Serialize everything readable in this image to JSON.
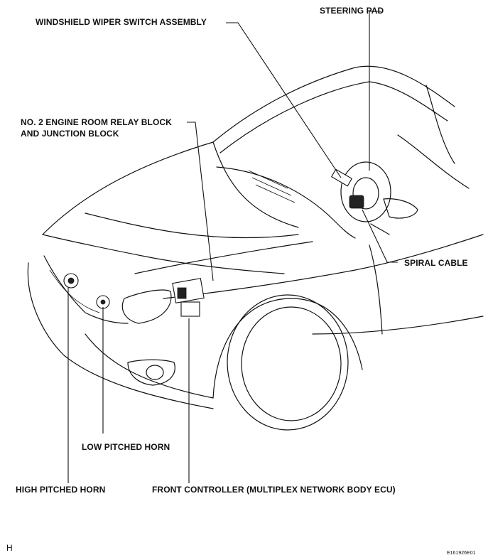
{
  "labels": {
    "steering_pad": "STEERING PAD",
    "wiper_switch": "WINDSHIELD WIPER SWITCH ASSEMBLY",
    "relay_block_line1": "NO. 2 ENGINE ROOM RELAY BLOCK",
    "relay_block_line2": "AND JUNCTION BLOCK",
    "spiral_cable": "SPIRAL CABLE",
    "low_horn": "LOW PITCHED HORN",
    "high_horn": "HIGH PITCHED HORN",
    "front_controller": "FRONT CONTROLLER (MULTIPLEX NETWORK BODY ECU)"
  },
  "footer": {
    "corner_letter": "H",
    "figure_code": "E161926E01"
  }
}
